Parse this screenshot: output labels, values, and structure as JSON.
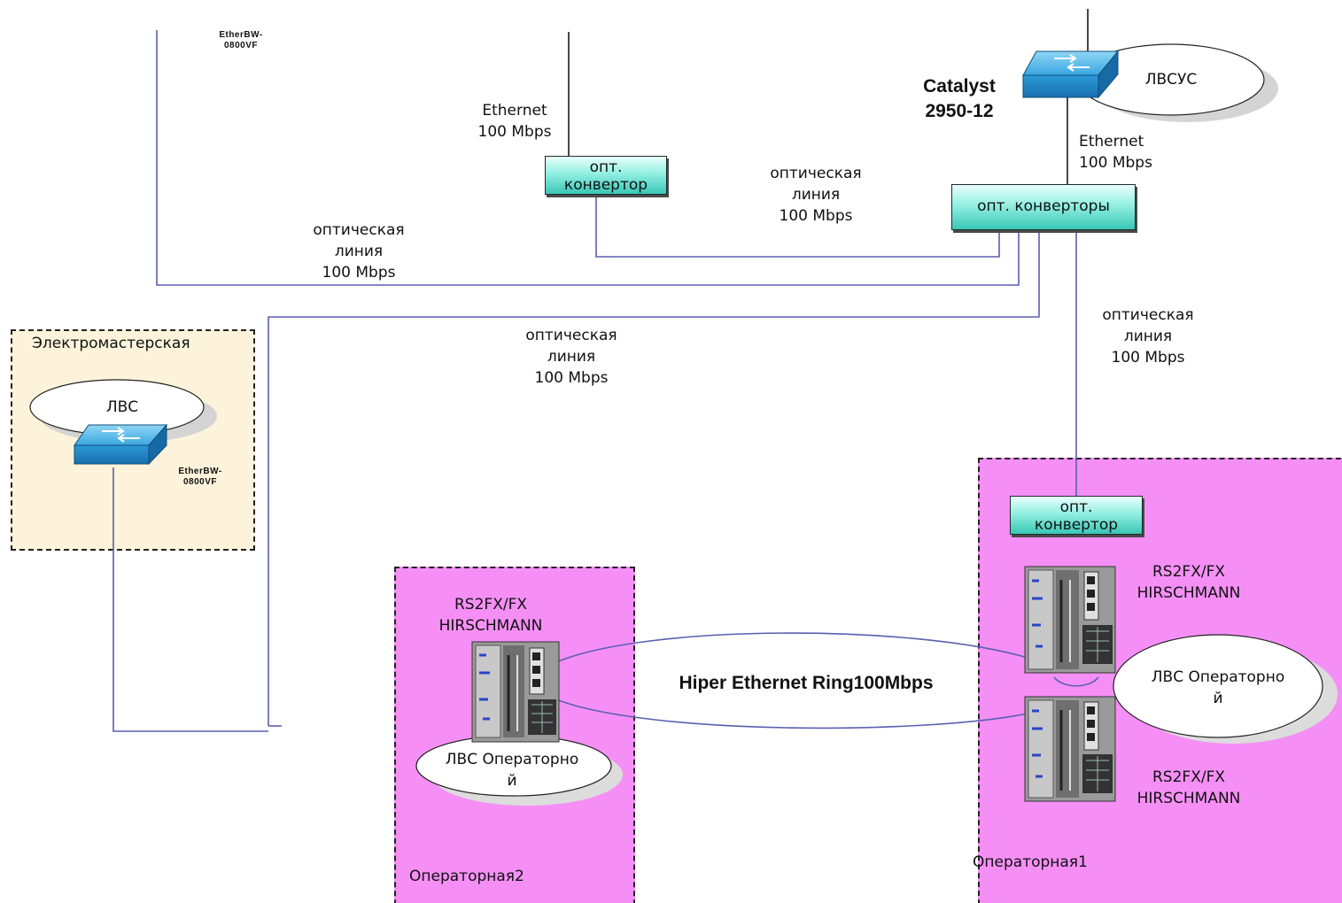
{
  "rooms": {
    "elektro": {
      "label": "Электромастерская",
      "fill": "#fdf3da"
    },
    "op2": {
      "label": "Операторная2",
      "fill": "#f58ff5"
    },
    "op1": {
      "label": "Операторная1",
      "fill": "#f58ff5"
    }
  },
  "devices": {
    "catalyst": {
      "label": "Catalyst\n2950-12",
      "icon": "switch-icon"
    },
    "lvsus": {
      "label": "ЛВСУС"
    },
    "lvs_elektro": {
      "label": "ЛВС"
    },
    "etherbw_top": {
      "label": "EtherBW-\n0800VF"
    },
    "etherbw_elektro": {
      "label": "EtherBW-\n0800VF"
    },
    "conv_top": {
      "label": "опт.\nконвертор"
    },
    "conv_main": {
      "label": "опт. конверторы"
    },
    "conv_op1": {
      "label": "опт.\nконвертор"
    },
    "hirsch_op2": {
      "label": "RS2FX/FX\nHIRSCHMANN"
    },
    "hirsch_op1_top": {
      "label": "RS2FX/FX\nHIRSCHMANN"
    },
    "hirsch_op1_bottom": {
      "label": "RS2FX/FX\nHIRSCHMANN"
    },
    "lvs_op2": {
      "label": "ЛВС Операторно\nй"
    },
    "lvs_op1": {
      "label": "ЛВС Операторно\nй"
    }
  },
  "links": {
    "eth_top": "Ethernet\n100 Mbps",
    "eth_catalyst": "Ethernet\n100 Mbps",
    "optic_1": "оптическая\nлиния\n100  Mbps",
    "optic_2": "оптическая\nлиния\n100 Mbps",
    "optic_3": "оптическая\nлиния\n100 Mbps",
    "optic_4": "оптическая\nлиния\n100  Mbps",
    "ring": "Hiper Ethernet Ring100Mbps"
  },
  "colors": {
    "fiber_line": "#5a5fb0",
    "switch_blue": "#1f8fd0",
    "room_pink": "#f58ff5",
    "room_cream": "#fdf3da"
  }
}
